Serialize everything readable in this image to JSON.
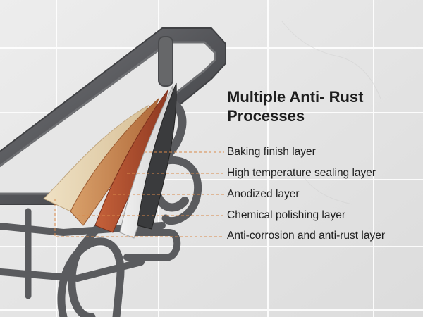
{
  "title": {
    "line1": "Multiple Anti- Rust",
    "line2": "Processes"
  },
  "layers": [
    {
      "label": "Baking finish layer",
      "color": "#3a3a3a"
    },
    {
      "label": "High temperature sealing layer",
      "color": "#b84a32"
    },
    {
      "label": "Anodized layer",
      "color": "#c45a35"
    },
    {
      "label": "Chemical polishing layer",
      "color": "#c98a55"
    },
    {
      "label": "Anti-corrosion and anti-rust layer",
      "color": "#e5d2b0"
    }
  ],
  "colors": {
    "leader_line": "#d98a4a",
    "rack_metal": "#5f6063",
    "wall_tile": "#e8e8e8"
  }
}
